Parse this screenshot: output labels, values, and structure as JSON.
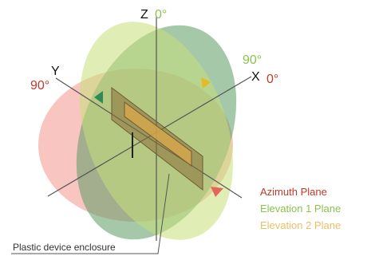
{
  "axes": {
    "z": "Z",
    "x": "X",
    "y": "Y"
  },
  "angles": {
    "z_top": "0°",
    "x_right": "0°",
    "x_upper": "90°",
    "y_left": "90°"
  },
  "legend": {
    "azimuth": "Azimuth Plane",
    "elevation1": "Elevation 1 Plane",
    "elevation2": "Elevation 2 Plane"
  },
  "callout": "Plastic device enclosure",
  "colors": {
    "azimuth": "#c0392b",
    "elevation1": "#8bc34a",
    "elevation2": "#e8c066",
    "azimuth_fill": "#f4a19a",
    "elevation1_fill": "#c7e07a",
    "elevation2_fill": "#5b9b63",
    "arrow_azimuth": "#e0675a",
    "arrow_elev1": "#2e8b57",
    "arrow_elev2": "#e8b920"
  }
}
